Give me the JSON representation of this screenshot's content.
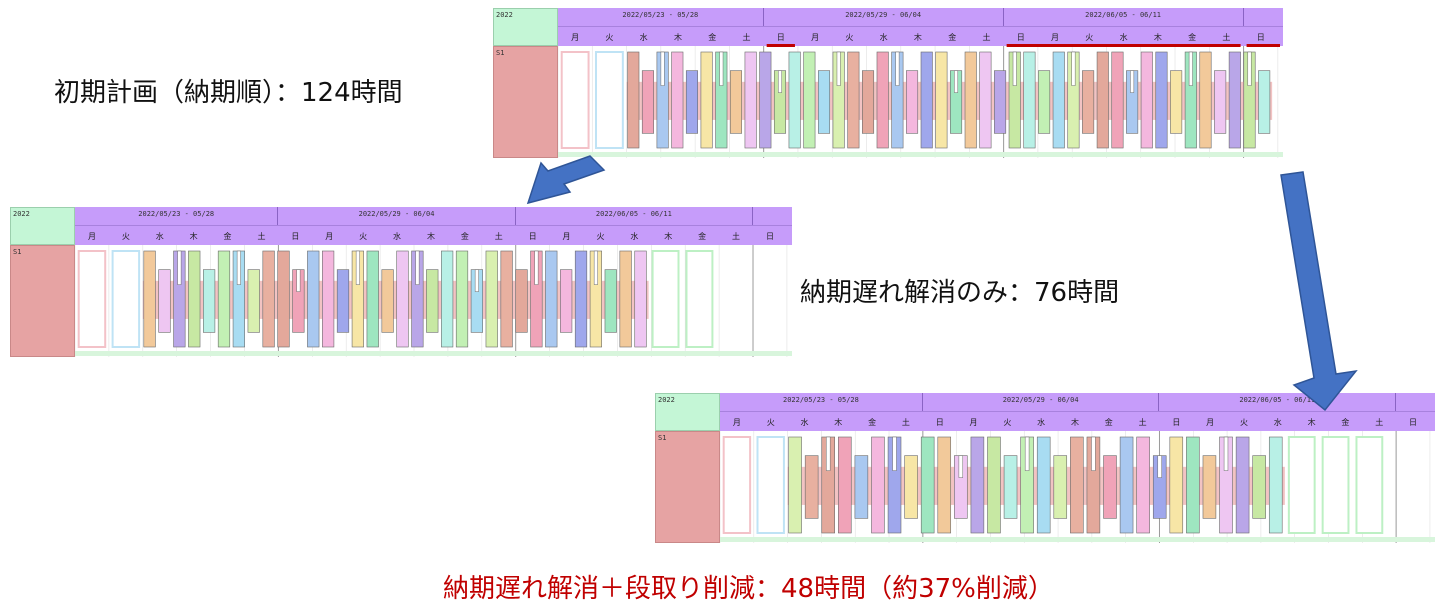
{
  "labels": {
    "initial": "初期計画（納期順）：124時間",
    "due_only": "納期遅れ解消のみ：76時間",
    "optimized": "納期遅れ解消＋段取り削減：48時間（約37%削減）"
  },
  "gantt": {
    "year": "2022",
    "resource": "S1",
    "weeks": [
      "2022/05/23 - 05/28",
      "2022/05/29 - 06/04",
      "2022/06/05 - 06/11"
    ],
    "days": [
      "月",
      "火",
      "水",
      "木",
      "金",
      "土",
      "日",
      "月",
      "火",
      "水",
      "木",
      "金",
      "土",
      "日",
      "月",
      "火",
      "水",
      "木",
      "金",
      "土",
      "日"
    ]
  },
  "colors": {
    "header": "#c69cfa",
    "corner": "#c4f6d6",
    "resource": "#e6a3a3",
    "arrow": "#4472c4",
    "accent_text": "#c00000",
    "late_marker": "#c00000"
  }
}
